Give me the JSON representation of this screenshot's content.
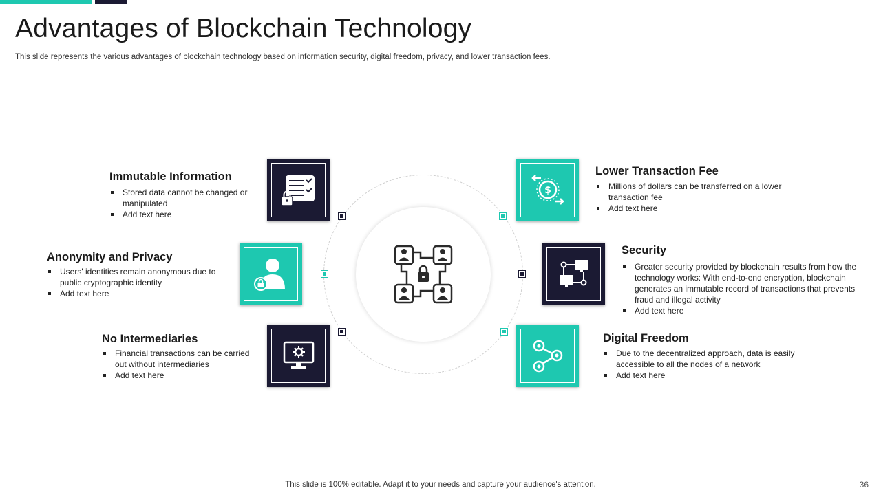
{
  "slide": {
    "title": "Advantages of Blockchain Technology",
    "subtitle": "This slide represents the various advantages of blockchain technology based on information security, digital freedom, privacy, and lower transaction fees.",
    "footer": "This slide is 100% editable. Adapt it to your needs and capture your audience's attention.",
    "page_number": "36"
  },
  "colors": {
    "teal": "#1ec8b0",
    "navy": "#1b1a33"
  },
  "items": {
    "immutable": {
      "title": "Immutable Information",
      "bullets": [
        "Stored data cannot be changed or manipulated",
        "Add text here"
      ],
      "icon": "locked-document-icon"
    },
    "anonymity": {
      "title": "Anonymity and Privacy",
      "bullets": [
        "Users' identities remain anonymous due to public cryptographic identity",
        "Add text here"
      ],
      "icon": "user-lock-icon"
    },
    "intermediaries": {
      "title": "No Intermediaries",
      "bullets": [
        "Financial transactions can be carried out without intermediaries",
        "Add text here"
      ],
      "icon": "monitor-gear-icon"
    },
    "fee": {
      "title": "Lower Transaction Fee",
      "bullets": [
        "Millions of dollars can be transferred  on a lower transaction fee",
        "Add text here"
      ],
      "icon": "dollar-transfer-icon"
    },
    "security": {
      "title": "Security",
      "bullets": [
        "Greater security provided  by blockchain results from how the technology works: With end-to-end  encryption, blockchain generates  an immutable record of transactions that prevents fraud  and illegal activity",
        "Add text here"
      ],
      "icon": "network-computers-icon"
    },
    "freedom": {
      "title": "Digital Freedom",
      "bullets": [
        "Due to the decentralized approach,  data is easily accessible to all the nodes of a network",
        "Add text here"
      ],
      "icon": "share-nodes-icon"
    }
  },
  "center": {
    "icon": "blockchain-users-lock-icon"
  }
}
